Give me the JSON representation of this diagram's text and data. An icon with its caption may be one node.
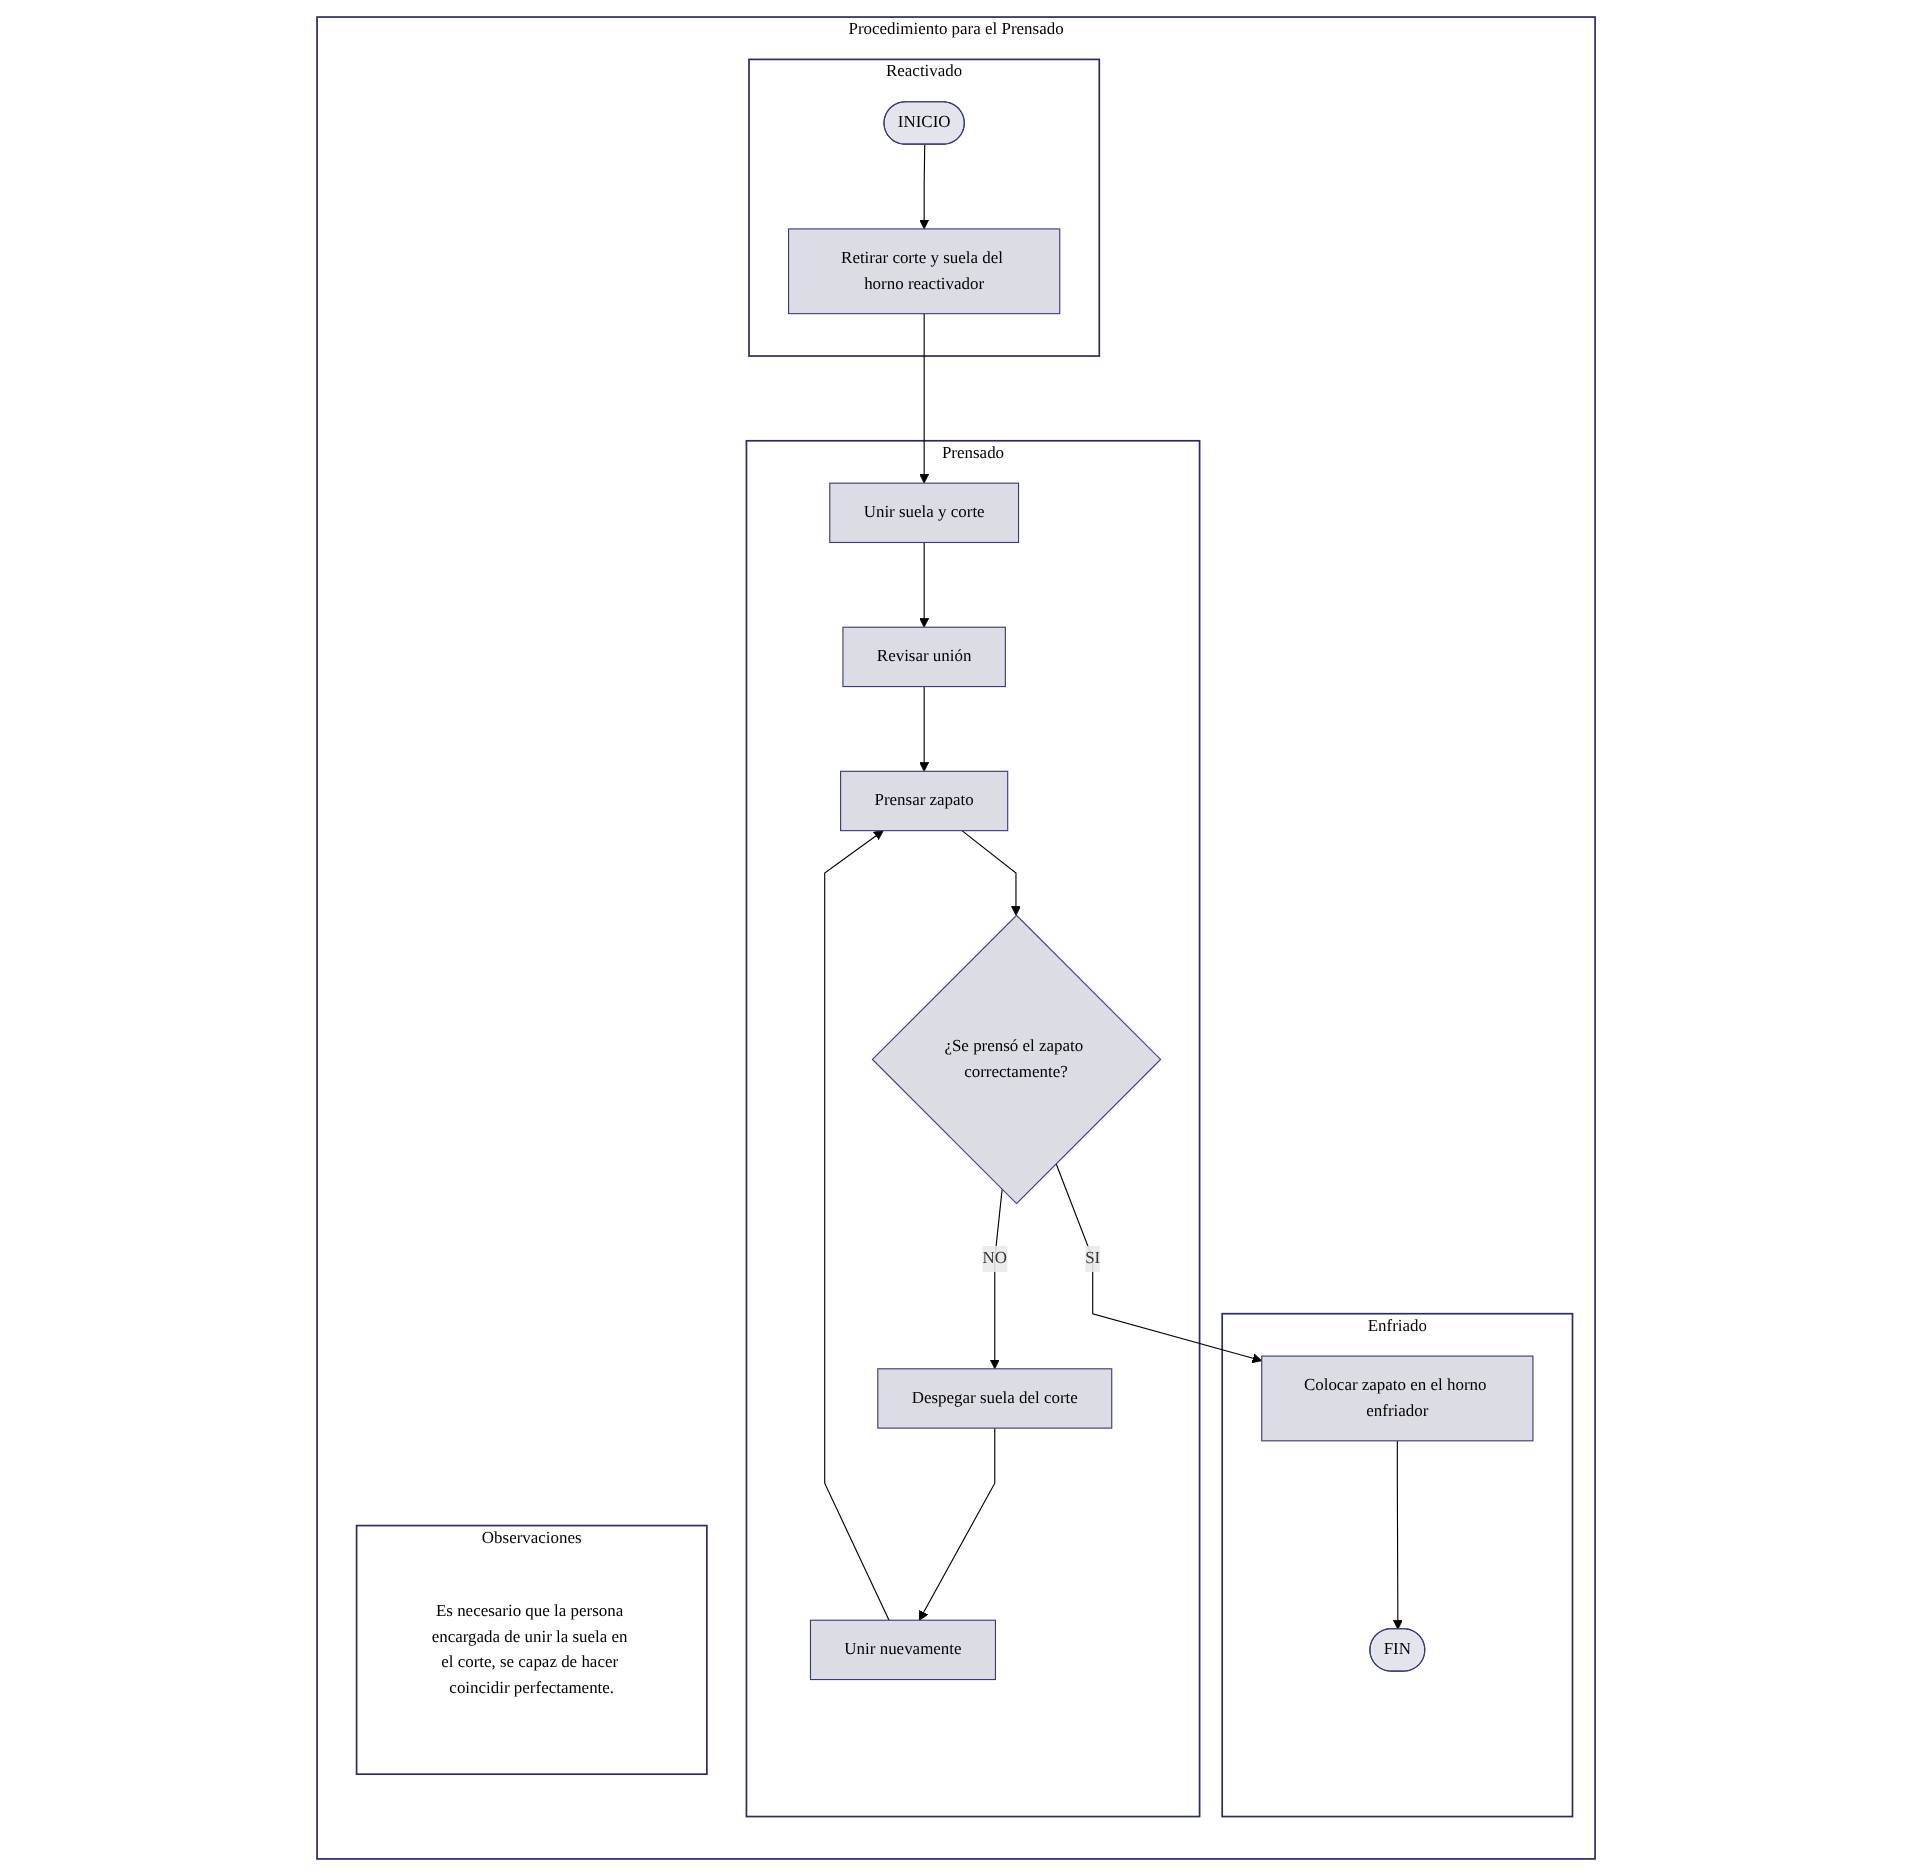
{
  "diagram": {
    "nodes": [
      {
        "text": [
          "Procedimiento para el Prensado"
        ]
      },
      {
        "text": [
          "Reactivado"
        ],
        "in": 0
      },
      {
        "text": [
          "INICIO"
        ],
        "in": 1
      },
      {
        "text": [
          "Retirar corte y suela del horno reactivador"
        ],
        "in": 1
      },
      {
        "text": [
          "Prensado"
        ],
        "in": 0
      },
      {
        "text": [
          "Unir suela y corte"
        ],
        "in": 4
      },
      {
        "text": [
          "Revisar unión"
        ],
        "in": 4
      },
      {
        "text": [
          "Prensar zapato"
        ],
        "in": 4
      },
      {
        "text": [
          "¿Se prensó el zapato correctamente?"
        ],
        "in": 4
      },
      {
        "text": [
          "Despegar suela del corte"
        ],
        "in": 4
      },
      {
        "text": [
          "Unir nuevamente"
        ],
        "in": 4
      },
      {
        "text": [
          "Enfriado"
        ],
        "in": 0
      },
      {
        "text": [
          "Colocar zapato en el horno enfriador"
        ],
        "in": 11
      },
      {
        "text": [
          "FIN"
        ],
        "in": 11
      },
      {
        "text": [
          "Observaciones"
        ],
        "in": 0
      },
      {
        "text": [
          "Es necesario que la persona encargada de unir la suela en el corte, se capaz de hacer coincidir perfectamente."
        ],
        "in": 14
      }
    ],
    "edges": [
      {
        "from": 2,
        "to": 3,
        "arrow": "to"
      },
      {
        "from": 3,
        "to": 5,
        "arrow": "to"
      },
      {
        "from": 5,
        "to": 6,
        "arrow": "to"
      },
      {
        "from": 6,
        "to": 7,
        "arrow": "to"
      },
      {
        "from": 7,
        "to": 8,
        "arrow": "to"
      },
      {
        "from": 8,
        "to": 12,
        "label": "SI",
        "arrow": "to"
      },
      {
        "from": 8,
        "to": 9,
        "label": "NO",
        "arrow": "to"
      },
      {
        "from": 9,
        "to": 10,
        "arrow": "to"
      },
      {
        "from": 10,
        "to": 7,
        "arrow": "to"
      },
      {
        "from": 12,
        "to": 13,
        "arrow": "to"
      }
    ]
  }
}
